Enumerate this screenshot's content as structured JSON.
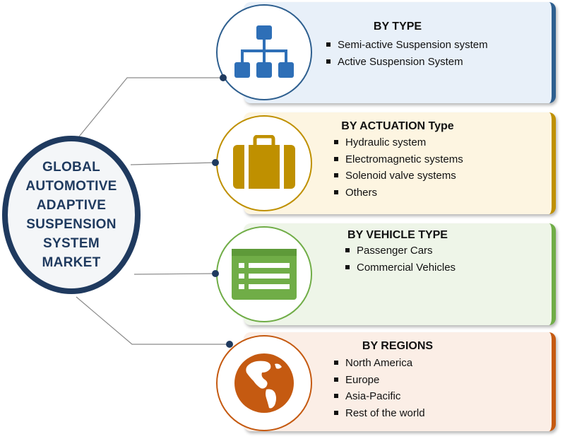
{
  "center": {
    "title": "GLOBAL\nAUTOMOTIVE\nADAPTIVE\nSUSPENSION\nSYSTEM\nMARKET"
  },
  "segments": [
    {
      "title": "BY TYPE",
      "icon": "hierarchy-icon",
      "accent": "#2e5f8f",
      "bg": "#e8f0f9",
      "items": [
        "Semi-active Suspension system",
        "Active Suspension System"
      ]
    },
    {
      "title": "BY ACTUATION Type",
      "icon": "briefcase-icon",
      "accent": "#bf9000",
      "bg": "#fdf5e1",
      "items": [
        "Hydraulic system",
        "Electromagnetic systems",
        "Solenoid valve systems",
        "Others"
      ]
    },
    {
      "title": "BY VEHICLE TYPE",
      "icon": "list-icon",
      "accent": "#70ad47",
      "bg": "#eef5e8",
      "items": [
        "Passenger Cars",
        "Commercial Vehicles"
      ]
    },
    {
      "title": "BY REGIONS",
      "icon": "globe-icon",
      "accent": "#c55a11",
      "bg": "#fbeee6",
      "items": [
        "North America",
        "Europe",
        "Asia-Pacific",
        "Rest of the world"
      ]
    }
  ]
}
